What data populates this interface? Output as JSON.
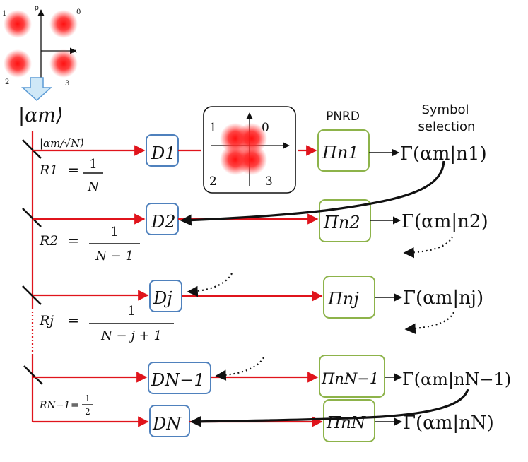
{
  "colors": {
    "beam": "#e0141c",
    "displacement_box": "#4f81bd",
    "detector_box": "#8db34a",
    "arrow_fill": "#cfe8f7",
    "arrow_stroke": "#5b9bd5"
  },
  "constellation": {
    "p_label": "p",
    "x_label": "x",
    "labels": [
      "0",
      "1",
      "2",
      "3"
    ]
  },
  "inset": {
    "labels": [
      "0",
      "1",
      "2",
      "3"
    ]
  },
  "input_state": "|αm⟩",
  "attenuated_state": "|αm/√N⟩",
  "pnrd_label": "PNRD",
  "symbol_selection": [
    "Symbol",
    "selection"
  ],
  "stages": [
    {
      "mirror_label": "R1",
      "ratio_num": "1",
      "ratio_den": "N",
      "displacement": "D1",
      "detector": "Πn1",
      "likelihood": "Γ(αm|n1)"
    },
    {
      "mirror_label": "R2",
      "ratio_num": "1",
      "ratio_den": "N − 1",
      "displacement": "D2",
      "detector": "Πn2",
      "likelihood": "Γ(αm|n2)"
    },
    {
      "mirror_label": "Rj",
      "ratio_num": "1",
      "ratio_den": "N − j + 1",
      "displacement": "Dj",
      "detector": "Πnj",
      "likelihood": "Γ(αm|nj)"
    },
    {
      "mirror_label": "RN−1",
      "ratio_num": "1",
      "ratio_den": "2",
      "displacement": "DN−1",
      "detector": "ΠnN−1",
      "likelihood": "Γ(αm|nN−1)"
    },
    {
      "mirror_label": "",
      "ratio_num": "",
      "ratio_den": "",
      "displacement": "DN",
      "detector": "ΠnN",
      "likelihood": "Γ(αm|nN)"
    }
  ]
}
